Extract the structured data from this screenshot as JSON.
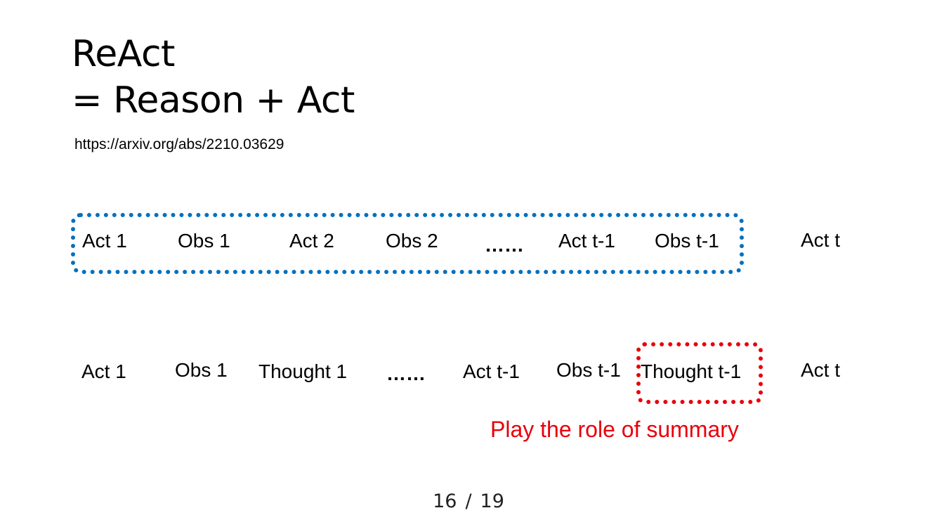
{
  "slide": {
    "title_line1": "ReAct",
    "title_line2": "= Reason + Act",
    "link": "https://arxiv.org/abs/2210.03629",
    "row1": {
      "act1": "Act 1",
      "obs1": "Obs 1",
      "act2": "Act 2",
      "obs2": "Obs 2",
      "ellipsis": "……",
      "act_t_minus_1": "Act t-1",
      "obs_t_minus_1": "Obs t-1",
      "act_t": "Act t"
    },
    "row2": {
      "act1": "Act 1",
      "obs1": "Obs 1",
      "thought1": "Thought 1",
      "ellipsis": "……",
      "act_t_minus_1": "Act t-1",
      "obs_t_minus_1": "Obs t-1",
      "thought_t_minus_1": "Thought t-1",
      "act_t": "Act t"
    },
    "summary_note": "Play the role of summary"
  },
  "pager": {
    "current": "16",
    "separator": "/",
    "total": "19"
  },
  "colors": {
    "frame_blue": "#0070c0",
    "frame_red": "#e8000b",
    "summary_text": "#e8000b"
  }
}
